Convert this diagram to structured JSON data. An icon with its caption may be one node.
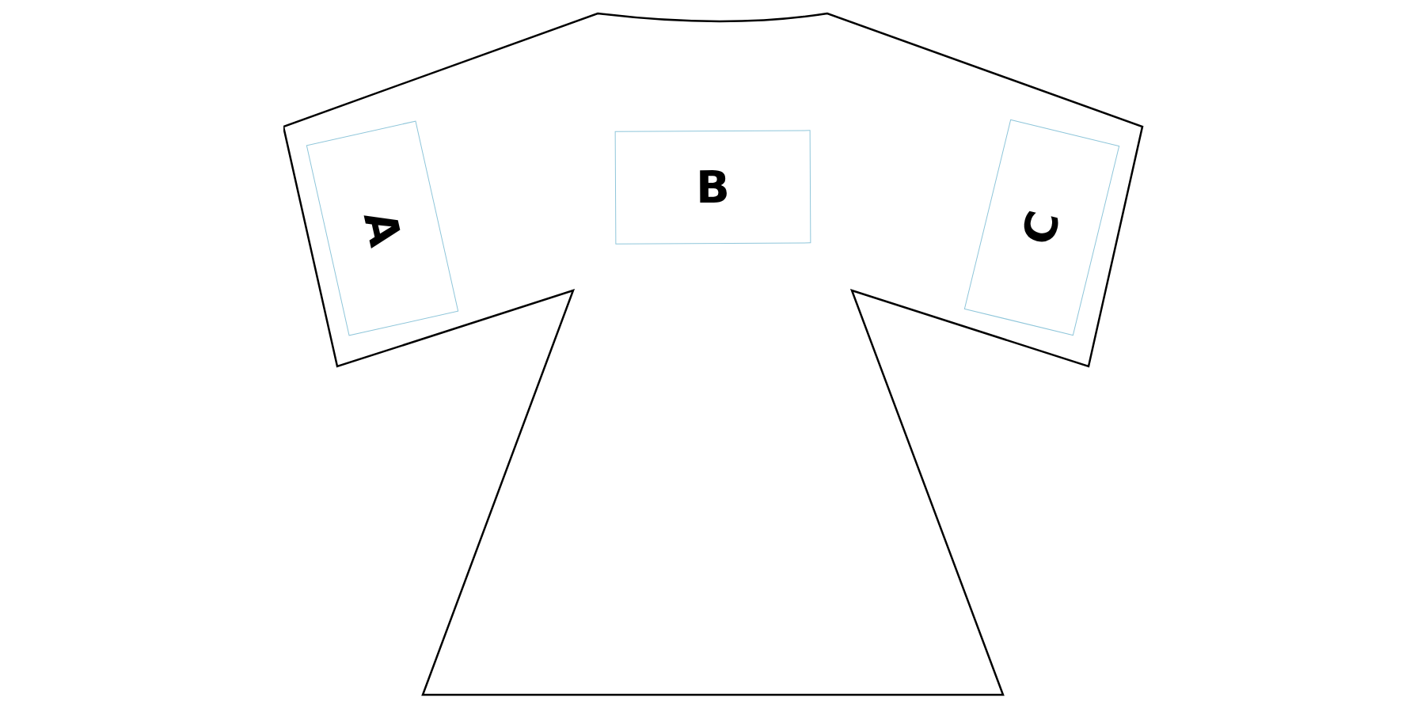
{
  "diagram": {
    "nodes": [
      {
        "text": [],
        "shape": "shirt"
      },
      {
        "text": [
          "A"
        ],
        "in": 0
      },
      {
        "text": [
          "B"
        ],
        "in": 0
      },
      {
        "text": [
          "C"
        ],
        "in": 0
      }
    ]
  }
}
